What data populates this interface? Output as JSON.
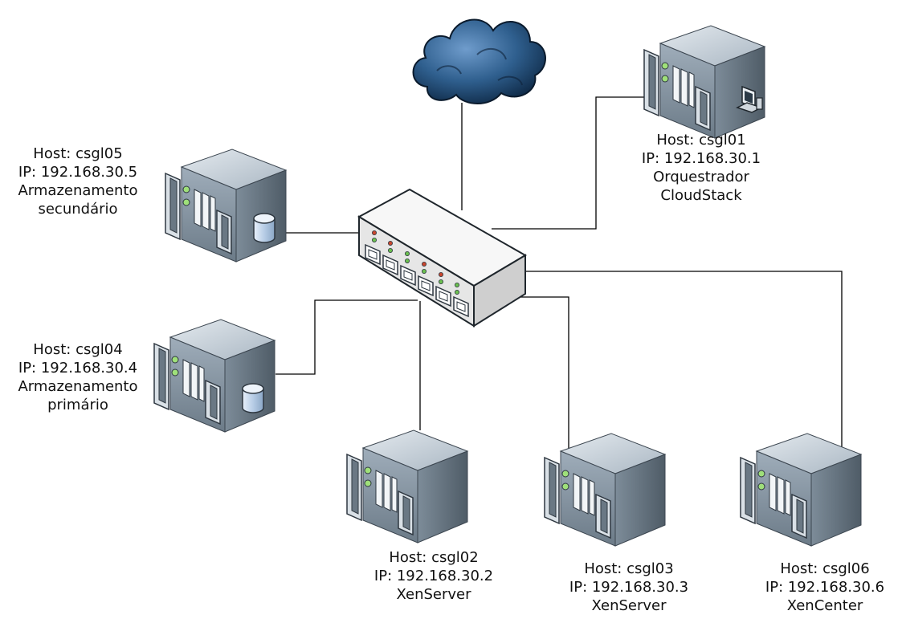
{
  "hosts": {
    "csgl01": {
      "line1": "Host: csgl01",
      "line2": "IP: 192.168.30.1",
      "line3": "Orquestrador",
      "line4": "CloudStack"
    },
    "csgl05": {
      "line1": "Host: csgl05",
      "line2": "IP: 192.168.30.5",
      "line3": "Armazenamento",
      "line4": "secundário"
    },
    "csgl04": {
      "line1": "Host: csgl04",
      "line2": "IP: 192.168.30.4",
      "line3": "Armazenamento",
      "line4": "primário"
    },
    "csgl02": {
      "line1": "Host: csgl02",
      "line2": "IP: 192.168.30.2",
      "line3": "XenServer"
    },
    "csgl03": {
      "line1": "Host: csgl03",
      "line2": "IP: 192.168.30.3",
      "line3": "XenServer"
    },
    "csgl06": {
      "line1": "Host: csgl06",
      "line2": "IP: 192.168.30.6",
      "line3": "XenCenter"
    }
  },
  "colors": {
    "link": "#000000",
    "server_light": "#c9d3dc",
    "server_mid": "#8e9daa",
    "server_dark": "#55636f",
    "cloud": "#2d5a86",
    "switch": "#f0f0f0",
    "db": "#b7cde6"
  },
  "icons": [
    "cloud-icon",
    "switch-icon",
    "server-icon",
    "database-icon",
    "workstation-icon"
  ]
}
